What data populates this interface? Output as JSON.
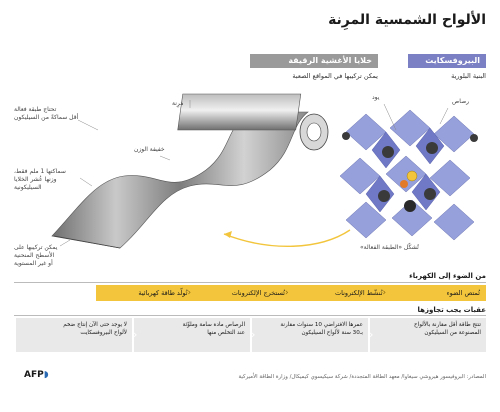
{
  "title": "الألواح الشمسية المرِنة",
  "thin_film": {
    "header": "خلايا الأغشية الرقيقة",
    "subtitle": "يمكن تركيبها في المواقع الصعبة"
  },
  "perovskite": {
    "header": "البيروفسكايت",
    "subtitle": "البنية البلورية"
  },
  "crystal_labels": {
    "iodine": "يود",
    "lead": "رصاص",
    "active_layer": "تُشكّل «الطبقة الفعالة»"
  },
  "film_labels": {
    "flexible": "مَرِنة",
    "light_weight": "خفيفة الوزن",
    "thickness": [
      "سماكتها 1 ملم فقط،",
      "وزنها عُشر الخلايا",
      "السيليكونية"
    ],
    "active_layer": [
      "تحتاج طبقة فعالة",
      "أقل سماكةً من السيليكون"
    ],
    "curved": [
      "يمكن تركيبها على",
      "الأسطح المنحنية",
      "أو غير المستوية"
    ]
  },
  "flow": {
    "heading": "من الضوء إلى الكهرباء",
    "steps": [
      "تُمتص الضوء",
      "تُنشّط الإلكترونات",
      "تُستخرج الإلكترونات",
      "تُولّد طاقة كهربائية"
    ]
  },
  "issues": {
    "heading": "عقبات يجب تجاوزها",
    "items": [
      [
        "تنتج طاقة أقل مقارنة بالألواح",
        "المصنوعة من السيليكون"
      ],
      [
        "عمرها الافتراضي 10 سنوات مقارنة",
        "بـ30 سنة لألواح السيليكون"
      ],
      [
        "الرصاص مادة سامة وملوِّثة",
        "عند التخلص منها"
      ],
      [
        "لا يوجد حتى الآن إنتاج ضخم",
        "لألواح البيروفسكايت"
      ]
    ]
  },
  "source": "المصادر: البروفيسور هيروشي سيغاوا/ معهد الطاقة المتجددة/ شركة سيكيسوي كيميكال/ وزارة الطاقة الأميركية",
  "logo": "AFP",
  "colors": {
    "perovskite_header": "#7b7fc3",
    "thin_header": "#9a9a9a",
    "flow_band": "#f2c53c",
    "issue_box": "#e9e9e9",
    "arrow": "#f2c53c"
  }
}
